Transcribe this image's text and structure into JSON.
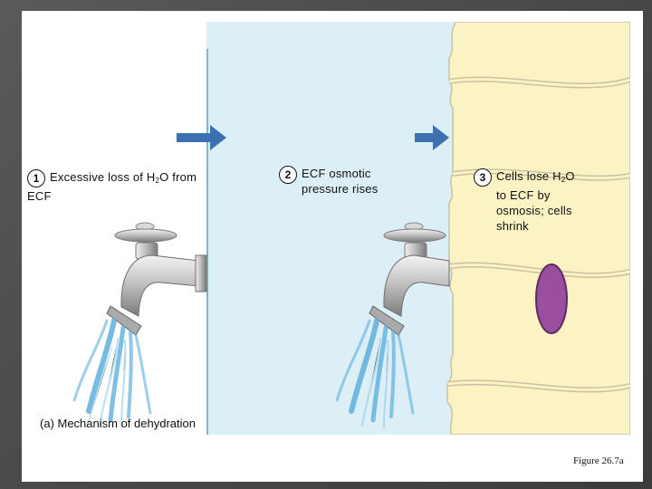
{
  "colors": {
    "ecf_blue": "#dceef6",
    "cell_yellow": "#fbf3c4",
    "arrow_blue": "#3c70b0",
    "nucleus_purple": "#9a4f9e",
    "water": "#5fb0dd"
  },
  "icons": [
    "faucet-icon",
    "water-stream-icon",
    "arrow-right-icon"
  ],
  "steps": [
    {
      "number": "1",
      "text_pre": "Excessive loss of H",
      "text_sub": "2",
      "text_post": "O from ECF"
    },
    {
      "number": "2",
      "text": "ECF osmotic pressure rises"
    },
    {
      "number": "3",
      "text_pre": "Cells lose H",
      "text_sub": "2",
      "text_post": "O to ECF by osmosis; cells shrink"
    }
  ],
  "caption": "(a) Mechanism of dehydration",
  "figure_ref": "Figure 26.7a"
}
